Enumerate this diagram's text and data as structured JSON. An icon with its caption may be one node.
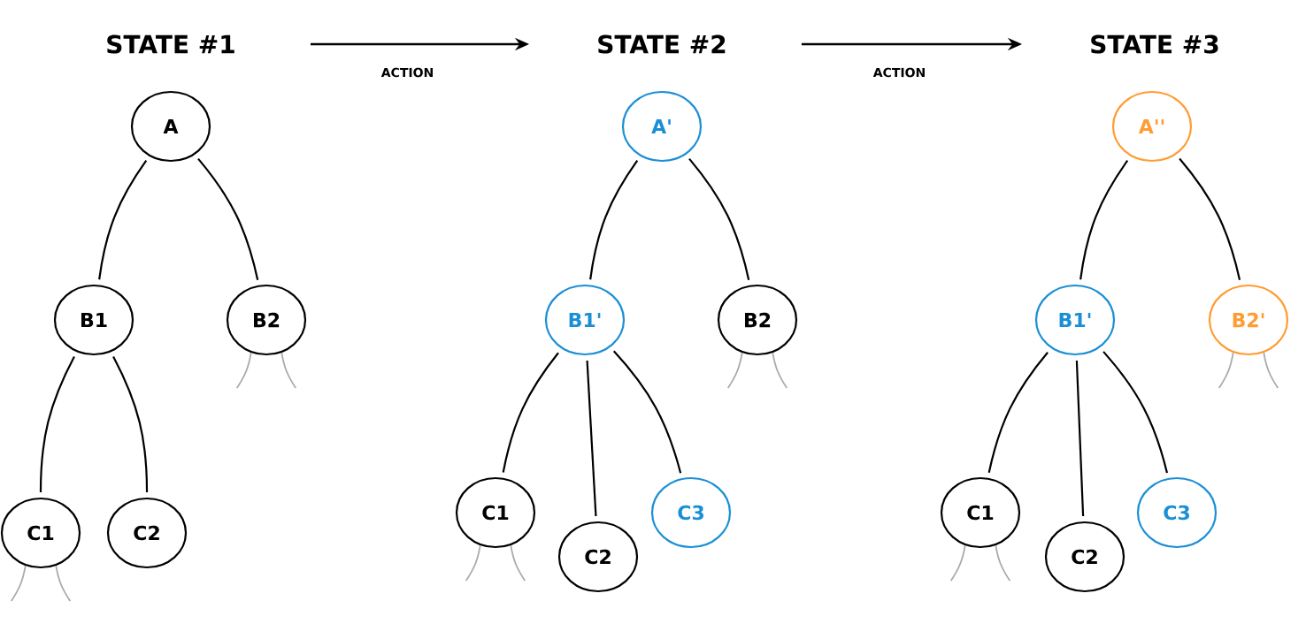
{
  "diagram": {
    "nodes": [
      {
        "text": [
          "STATE #1"
        ]
      },
      {
        "text": [
          "A"
        ]
      },
      {
        "text": [
          "B1"
        ]
      },
      {
        "text": [
          "B2"
        ]
      },
      {
        "text": [
          "C1"
        ]
      },
      {
        "text": [
          "C2"
        ]
      },
      {
        "text": [
          "STATE #2"
        ]
      },
      {
        "text": [
          "A'"
        ]
      },
      {
        "text": [
          "B1'"
        ]
      },
      {
        "text": [
          "B2"
        ]
      },
      {
        "text": [
          "C1"
        ]
      },
      {
        "text": [
          "C2"
        ]
      },
      {
        "text": [
          "C3"
        ]
      },
      {
        "text": [
          "STATE #3"
        ]
      },
      {
        "text": [
          "A''"
        ]
      },
      {
        "text": [
          "B1'"
        ]
      },
      {
        "text": [
          "B2'"
        ]
      },
      {
        "text": [
          "C1"
        ]
      },
      {
        "text": [
          "C2"
        ]
      },
      {
        "text": [
          "C3"
        ]
      }
    ],
    "edges": [
      {
        "from": 0,
        "to": 6,
        "arrow": "to",
        "label": "ACTION"
      },
      {
        "from": 6,
        "to": 13,
        "arrow": "to",
        "label": "ACTION"
      },
      {
        "from": 1,
        "to": 2,
        "arrow": "none"
      },
      {
        "from": 1,
        "to": 3,
        "arrow": "none"
      },
      {
        "from": 2,
        "to": 4,
        "arrow": "none"
      },
      {
        "from": 2,
        "to": 5,
        "arrow": "none"
      },
      {
        "from": 3,
        "to": null,
        "arrow": "none",
        "color": "#aaaaaa"
      },
      {
        "from": 3,
        "to": null,
        "arrow": "none",
        "color": "#aaaaaa"
      },
      {
        "from": 4,
        "to": null,
        "arrow": "none",
        "color": "#aaaaaa"
      },
      {
        "from": 4,
        "to": null,
        "arrow": "none",
        "color": "#aaaaaa"
      },
      {
        "from": 7,
        "to": 8,
        "arrow": "none"
      },
      {
        "from": 7,
        "to": 9,
        "arrow": "none"
      },
      {
        "from": 8,
        "to": 10,
        "arrow": "none"
      },
      {
        "from": 8,
        "to": 11,
        "arrow": "none"
      },
      {
        "from": 8,
        "to": 12,
        "arrow": "none"
      },
      {
        "from": 9,
        "to": null,
        "arrow": "none",
        "color": "#aaaaaa"
      },
      {
        "from": 9,
        "to": null,
        "arrow": "none",
        "color": "#aaaaaa"
      },
      {
        "from": 10,
        "to": null,
        "arrow": "none",
        "color": "#aaaaaa"
      },
      {
        "from": 10,
        "to": null,
        "arrow": "none",
        "color": "#aaaaaa"
      },
      {
        "from": 14,
        "to": 15,
        "arrow": "none"
      },
      {
        "from": 14,
        "to": 16,
        "arrow": "none"
      },
      {
        "from": 15,
        "to": 17,
        "arrow": "none"
      },
      {
        "from": 15,
        "to": 18,
        "arrow": "none"
      },
      {
        "from": 15,
        "to": 19,
        "arrow": "none"
      },
      {
        "from": 16,
        "to": null,
        "arrow": "none",
        "color": "#aaaaaa"
      },
      {
        "from": 16,
        "to": null,
        "arrow": "none",
        "color": "#aaaaaa"
      },
      {
        "from": 17,
        "to": null,
        "arrow": "none",
        "color": "#aaaaaa"
      },
      {
        "from": 17,
        "to": null,
        "arrow": "none",
        "color": "#aaaaaa"
      }
    ]
  }
}
